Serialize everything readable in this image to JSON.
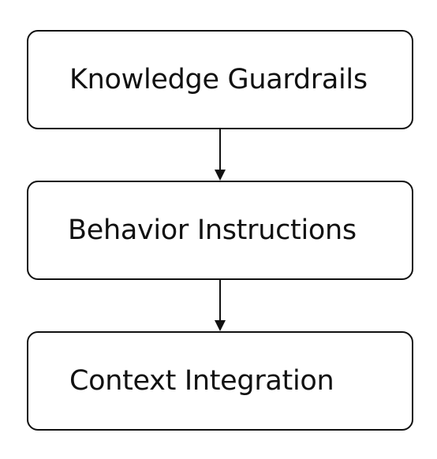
{
  "diagram": {
    "nodes": [
      {
        "id": "knowledge-guardrails",
        "label": "Knowledge Guardrails"
      },
      {
        "id": "behavior-instructions",
        "label": "Behavior Instructions"
      },
      {
        "id": "context-integration",
        "label": "Context Integration"
      }
    ],
    "edges": [
      {
        "from": "knowledge-guardrails",
        "to": "behavior-instructions"
      },
      {
        "from": "behavior-instructions",
        "to": "context-integration"
      }
    ],
    "colors": {
      "stroke": "#111111",
      "text": "#111111",
      "background": "#ffffff"
    }
  }
}
